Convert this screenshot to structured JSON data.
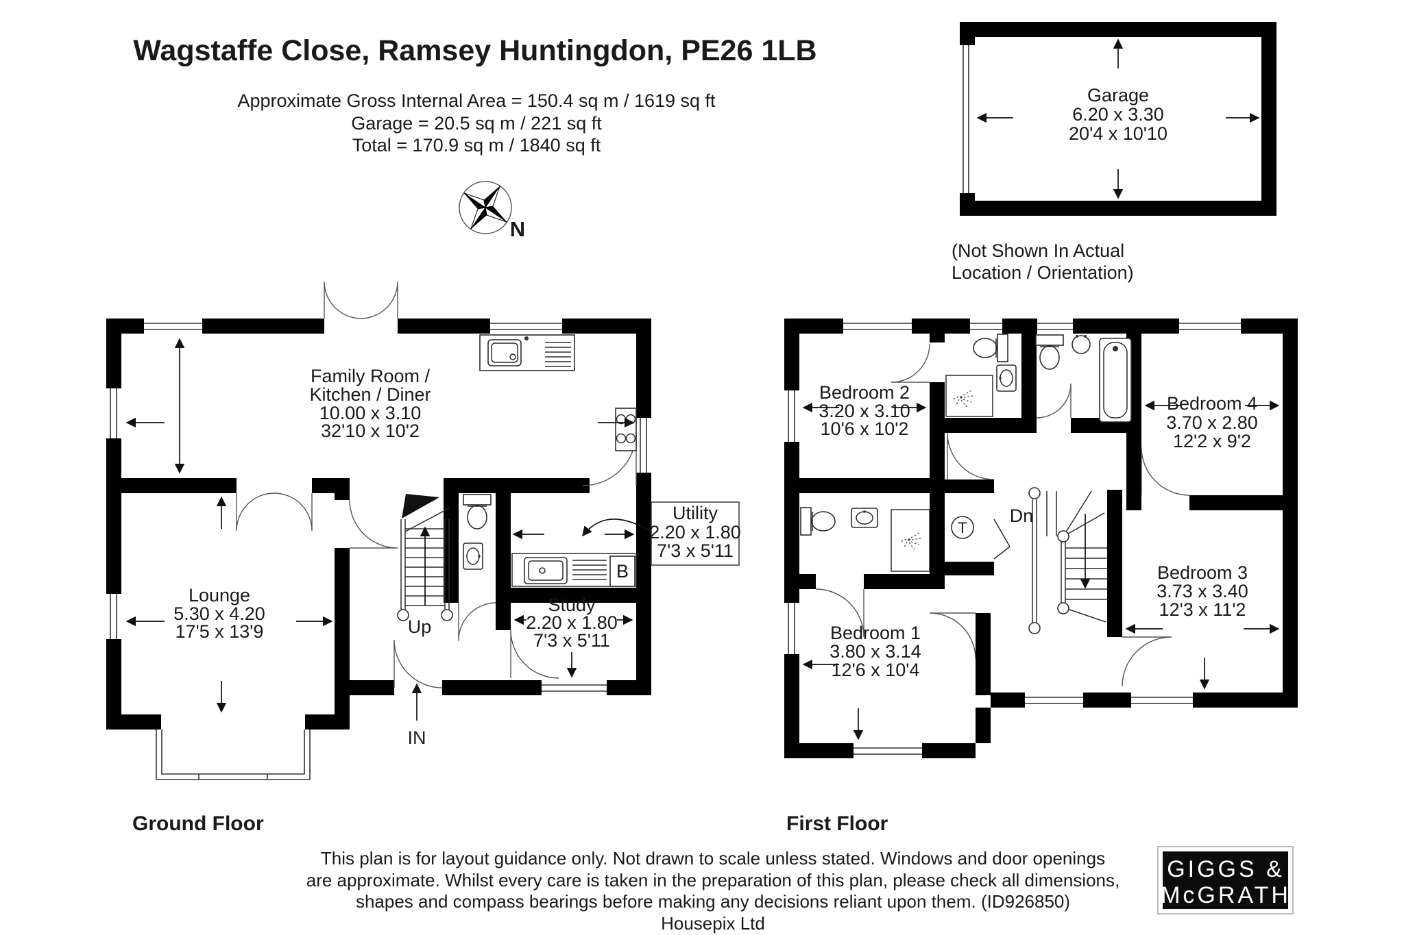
{
  "header": {
    "title": "Wagstaffe Close, Ramsey Huntingdon, PE26 1LB",
    "area_line1": "Approximate Gross Internal Area = 150.4 sq m / 1619 sq ft",
    "area_line2": "Garage = 20.5 sq m / 221 sq ft",
    "area_line3": "Total = 170.9 sq m / 1840 sq ft"
  },
  "compass": {
    "north_label": "N"
  },
  "garage": {
    "name": "Garage",
    "size_metric": "6.20 x 3.30",
    "size_imperial": "20'4 x 10'10",
    "note_line1": "(Not Shown In Actual",
    "note_line2": "Location / Orientation)"
  },
  "ground_floor": {
    "label": "Ground Floor",
    "family_room": {
      "name_line1": "Family Room /",
      "name_line2": "Kitchen / Diner",
      "size_metric": "10.00 x 3.10",
      "size_imperial": "32'10 x 10'2"
    },
    "lounge": {
      "name": "Lounge",
      "size_metric": "5.30 x 4.20",
      "size_imperial": "17'5 x 13'9"
    },
    "utility": {
      "name": "Utility",
      "size_metric": "2.20 x 1.80",
      "size_imperial": "7'3 x 5'11"
    },
    "study": {
      "name": "Study",
      "size_metric": "2.20 x 1.80",
      "size_imperial": "7'3 x 5'11"
    },
    "stairs_label": "Up",
    "entrance_label": "IN",
    "boiler_label": "B"
  },
  "first_floor": {
    "label": "First Floor",
    "bedroom1": {
      "name": "Bedroom 1",
      "size_metric": "3.80 x 3.14",
      "size_imperial": "12'6 x 10'4"
    },
    "bedroom2": {
      "name": "Bedroom 2",
      "size_metric": "3.20 x 3.10",
      "size_imperial": "10'6 x 10'2"
    },
    "bedroom3": {
      "name": "Bedroom 3",
      "size_metric": "3.73 x 3.40",
      "size_imperial": "12'3 x 11'2"
    },
    "bedroom4": {
      "name": "Bedroom 4",
      "size_metric": "3.70 x 2.80",
      "size_imperial": "12'2 x 9'2"
    },
    "stairs_label": "Dn",
    "tank_label": "T"
  },
  "footer": {
    "disclaimer_line1": "This plan is for layout guidance only. Not drawn to scale unless stated. Windows and door openings",
    "disclaimer_line2": "are approximate. Whilst every care is taken in the preparation of this plan, please check all dimensions,",
    "disclaimer_line3": "shapes and compass bearings before making any decisions reliant upon them. (ID926850)",
    "disclaimer_line4": "Housepix Ltd",
    "logo_line1": "GIGGS &",
    "logo_line2": "McGRATH"
  },
  "colors": {
    "wall": "#000000",
    "text": "#1a1a1a",
    "logo_background": "#0c0c0c",
    "logo_text": "#ffffff"
  }
}
